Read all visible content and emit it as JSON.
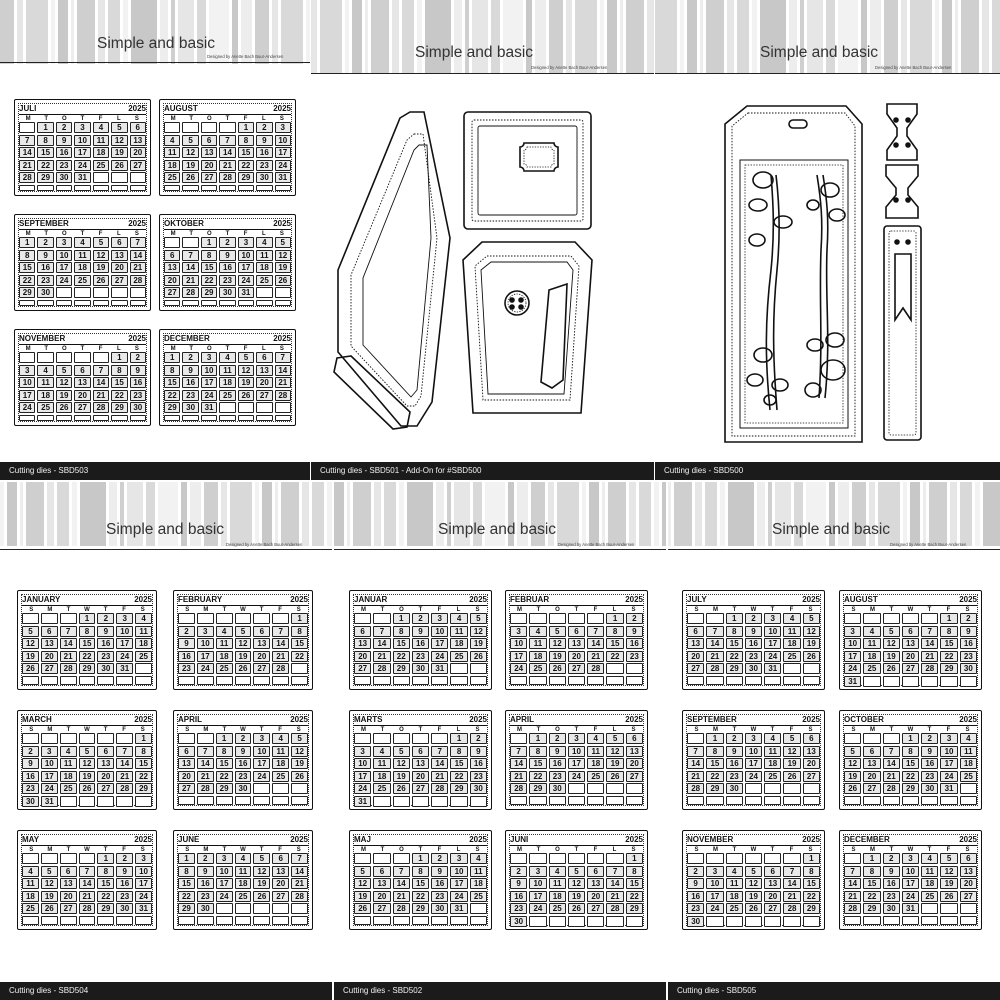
{
  "brand": "Simple and basic",
  "designer": "Designed by Anette Bach Buur-Andersen",
  "weekdays_da": [
    "M",
    "T",
    "O",
    "T",
    "F",
    "L",
    "S"
  ],
  "weekdays_en": [
    "S",
    "M",
    "T",
    "W",
    "T",
    "F",
    "S"
  ],
  "year": "2025",
  "panels": {
    "sbd503": {
      "footer": "Cutting dies - SBD503",
      "calendars": [
        {
          "month": "JULI",
          "start": 1,
          "days": 31
        },
        {
          "month": "AUGUST",
          "start": 4,
          "days": 31
        },
        {
          "month": "SEPTEMBER",
          "start": 0,
          "days": 30
        },
        {
          "month": "OKTOBER",
          "start": 2,
          "days": 31
        },
        {
          "month": "NOVEMBER",
          "start": 5,
          "days": 30
        },
        {
          "month": "DECEMBER",
          "start": 0,
          "days": 31
        }
      ]
    },
    "sbd501": {
      "footer": "Cutting dies - SBD501 - Add-On for #SBD500"
    },
    "sbd500": {
      "footer": "Cutting dies - SBD500"
    },
    "sbd504": {
      "footer": "Cutting dies - SBD504",
      "calendars": [
        {
          "month": "JANUARY",
          "start": 3,
          "days": 31
        },
        {
          "month": "FEBRUARY",
          "start": 6,
          "days": 28
        },
        {
          "month": "MARCH",
          "start": 6,
          "days": 31
        },
        {
          "month": "APRIL",
          "start": 2,
          "days": 30
        },
        {
          "month": "MAY",
          "start": 4,
          "days": 31
        },
        {
          "month": "JUNE",
          "start": 0,
          "days": 30
        }
      ]
    },
    "sbd502": {
      "footer": "Cutting dies - SBD502",
      "calendars": [
        {
          "month": "JANUAR",
          "start": 2,
          "days": 31
        },
        {
          "month": "FEBRUAR",
          "start": 5,
          "days": 28
        },
        {
          "month": "MARTS",
          "start": 5,
          "days": 31
        },
        {
          "month": "APRIL",
          "start": 1,
          "days": 30
        },
        {
          "month": "MAJ",
          "start": 3,
          "days": 31
        },
        {
          "month": "JUNI",
          "start": 6,
          "days": 30
        }
      ]
    },
    "sbd505": {
      "footer": "Cutting dies - SBD505",
      "calendars": [
        {
          "month": "JULY",
          "start": 2,
          "days": 31
        },
        {
          "month": "AUGUST",
          "start": 5,
          "days": 31
        },
        {
          "month": "SEPTEMBER",
          "start": 1,
          "days": 30
        },
        {
          "month": "OCTOBER",
          "start": 3,
          "days": 31
        },
        {
          "month": "NOVEMBER",
          "start": 6,
          "days": 30
        },
        {
          "month": "DECEMBER",
          "start": 1,
          "days": 31
        }
      ]
    }
  }
}
